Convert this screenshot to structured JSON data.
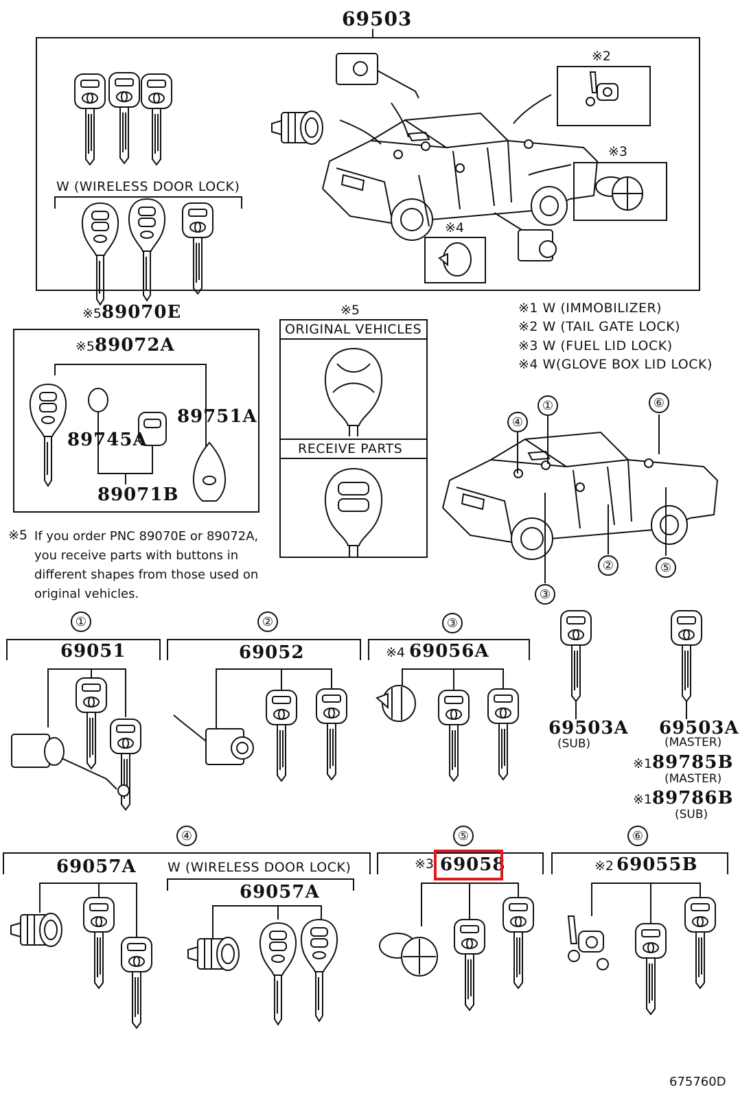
{
  "diagram": {
    "top_part_number": "69503",
    "w_wireless_label": "W (WIRELESS DOOR LOCK)",
    "mark2": "※2",
    "mark3": "※3",
    "mark4": "※4",
    "remote_group": {
      "pn_main": "89070E",
      "pn_main_mark": "※5",
      "pn_sub": "89072A",
      "pn_sub_mark": "※5",
      "pn_battery": "89745A",
      "pn_cover": "89751A",
      "pn_transmitter": "89071B"
    },
    "shape_note": {
      "mark": "※5",
      "original_label": "ORIGINAL VEHICLES",
      "receive_label": "RECEIVE PARTS"
    },
    "legend": [
      "※1 W (IMMOBILIZER)",
      "※2 W (TAIL GATE LOCK)",
      "※3 W (FUEL LID LOCK)",
      "※4 W(GLOVE BOX LID LOCK)"
    ],
    "footnote_mark": "※5",
    "footnote_lines": [
      "If you order PNC 89070E or 89072A,",
      "you receive parts with buttons in",
      "different shapes from those used on",
      "original vehicles."
    ],
    "locations": [
      "①",
      "②",
      "③",
      "④",
      "⑤",
      "⑥"
    ],
    "sections": {
      "s1": {
        "num": "①",
        "pn": "69051"
      },
      "s2": {
        "num": "②",
        "pn": "69052"
      },
      "s3": {
        "num": "③",
        "mark": "※4",
        "pn": "69056A"
      },
      "s4": {
        "num": "④",
        "pn": "69057A",
        "w_label": "W (WIRELESS DOOR LOCK)",
        "w_pn": "69057A"
      },
      "s5": {
        "num": "⑤",
        "mark": "※3",
        "pn": "69058"
      },
      "s6": {
        "num": "⑥",
        "mark": "※2",
        "pn": "69055B"
      }
    },
    "keys": {
      "sub_pn": "69503A",
      "sub_label": "(SUB)",
      "master_pn": "69503A",
      "master_label": "(MASTER)",
      "imm_master_mark": "※1",
      "imm_master_pn": "89785B",
      "imm_master_label": "(MASTER)",
      "imm_sub_mark": "※1",
      "imm_sub_pn": "89786B",
      "imm_sub_label": "(SUB)"
    },
    "highlighted_part": "69058",
    "highlight_color": "#e0191c",
    "illustration_id": "675760D"
  }
}
